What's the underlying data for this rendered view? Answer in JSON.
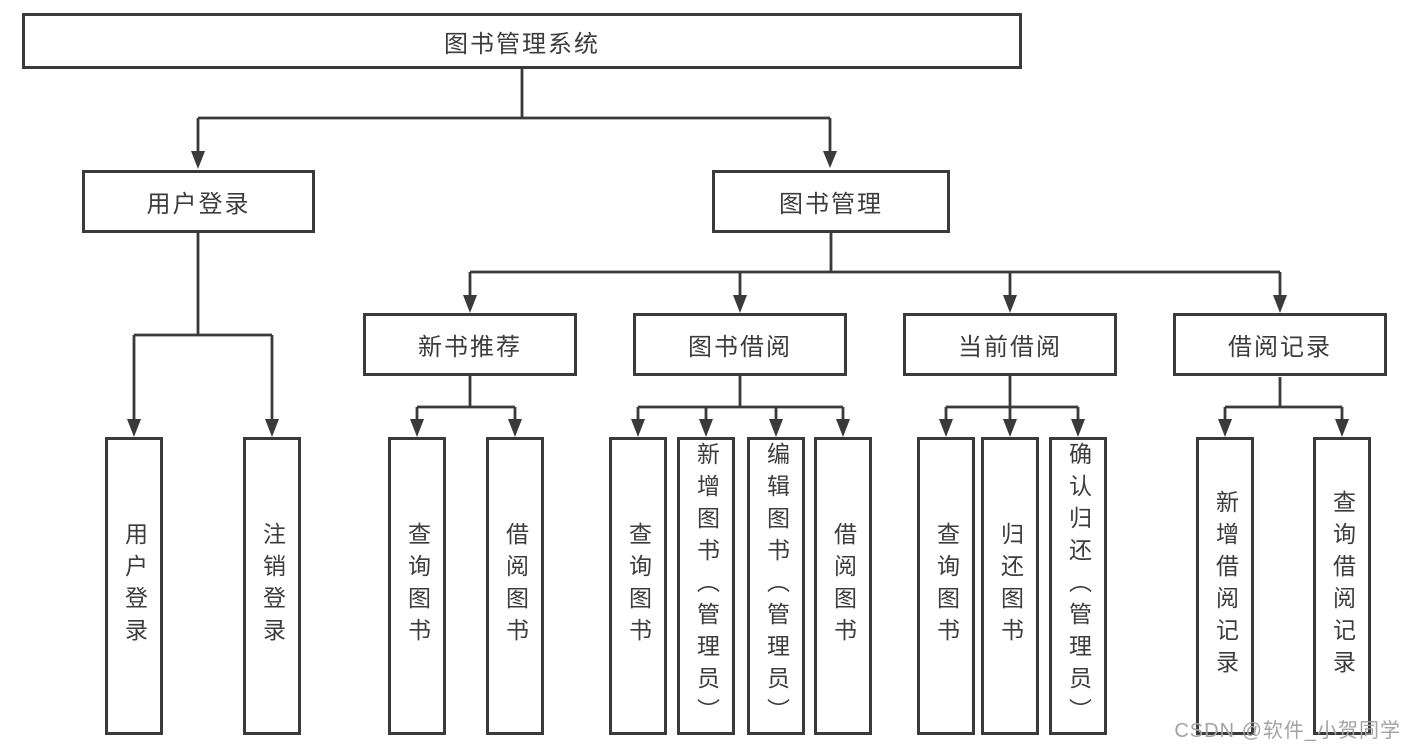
{
  "tree": {
    "root": {
      "label": "图书管理系统",
      "children": [
        {
          "label": "用户登录",
          "children": [
            {
              "label": "用户登录"
            },
            {
              "label": "注销登录"
            }
          ]
        },
        {
          "label": "图书管理",
          "children": [
            {
              "label": "新书推荐",
              "children": [
                {
                  "label": "查询图书"
                },
                {
                  "label": "借阅图书"
                }
              ]
            },
            {
              "label": "图书借阅",
              "children": [
                {
                  "label": "查询图书"
                },
                {
                  "label": "新增图书（管理员）"
                },
                {
                  "label": "编辑图书（管理员）"
                },
                {
                  "label": "借阅图书"
                }
              ]
            },
            {
              "label": "当前借阅",
              "children": [
                {
                  "label": "查询图书"
                },
                {
                  "label": "归还图书"
                },
                {
                  "label": "确认归还（管理员）"
                }
              ]
            },
            {
              "label": "借阅记录",
              "children": [
                {
                  "label": "新增借阅记录"
                },
                {
                  "label": "查询借阅记录"
                }
              ]
            }
          ]
        }
      ]
    }
  },
  "watermark": {
    "text": "CSDN @软件_小贺同学"
  },
  "colors": {
    "line": "#3a3a3a",
    "box_border": "#3a3a3a",
    "text": "#3c3c3c",
    "watermark": "#a3a3a3",
    "background": "#ffffff"
  }
}
